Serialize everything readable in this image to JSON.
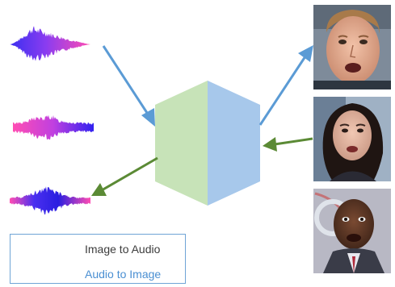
{
  "legend": {
    "image_to_audio": {
      "label": "Image to Audio",
      "color": "#5b8a35"
    },
    "audio_to_image": {
      "label": "Audio to Image",
      "color": "#5b9bd5"
    }
  },
  "hexagon": {
    "left_color": "#c7e3b8",
    "right_color": "#a7c8eb"
  },
  "waveform_colors": {
    "start": "#4030e8",
    "end": "#ff4db0"
  },
  "faces": [
    "face-young-man",
    "face-woman-news-anchor",
    "face-man-reporter"
  ]
}
